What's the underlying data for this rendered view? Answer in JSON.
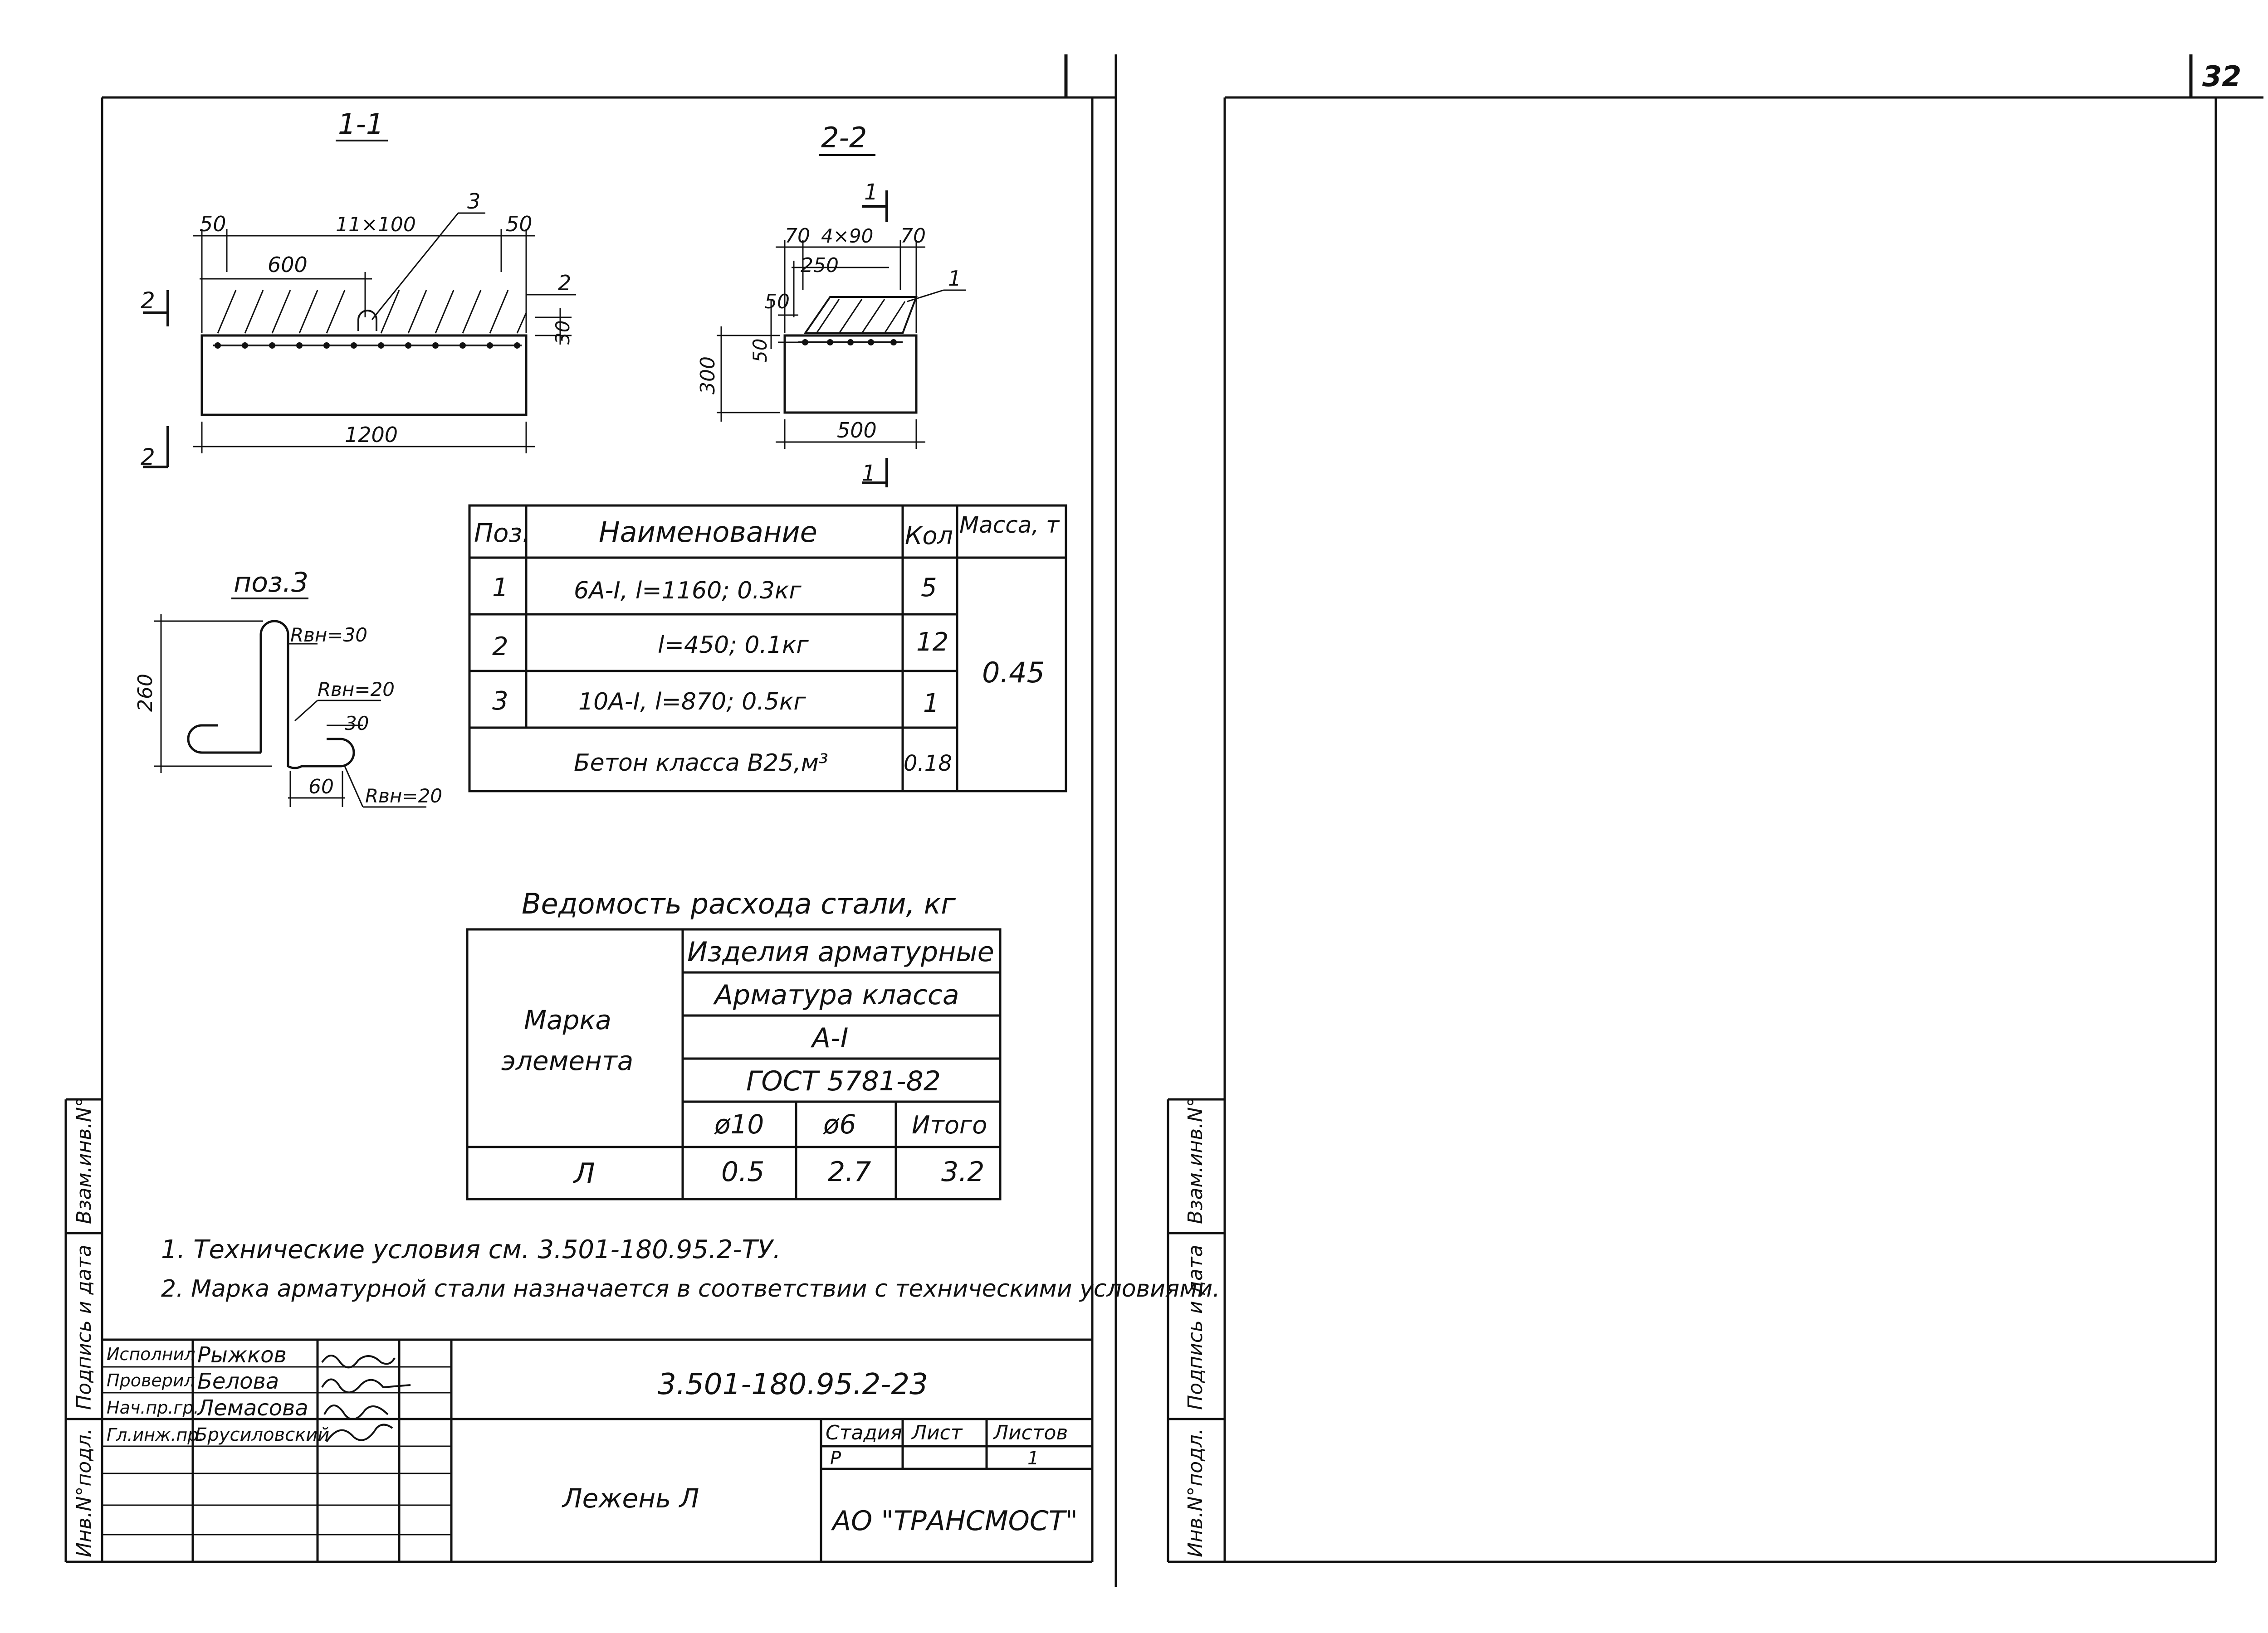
{
  "page_number": "32",
  "drawing": {
    "section_1_1": {
      "title": "1-1",
      "dim_left": "50",
      "dim_spacing": "11×100",
      "dim_right": "50",
      "dim_600": "600",
      "dim_1200": "1200",
      "dim_30": "30",
      "leader_3": "3",
      "cut_mark_top": "2",
      "cut_mark_bottom": "2",
      "cut_mark_right": "2"
    },
    "section_2_2": {
      "title": "2-2",
      "cut_top": "1",
      "cut_bottom": "1",
      "dim_70_left": "70",
      "dim_spacing": "4×90",
      "dim_70_right": "70",
      "dim_250": "250",
      "dim_50_a": "50",
      "dim_50_b": "50",
      "dim_300": "300",
      "dim_500": "500",
      "leader_1": "1"
    },
    "pos3": {
      "title": "поз.3",
      "dim_260": "260",
      "r30": "Rвн=30",
      "r20_a": "Rвн=20",
      "dim_30": "30",
      "dim_60": "60",
      "r20_b": "Rвн=20"
    }
  },
  "spec_table": {
    "headers": {
      "pos": "Поз.",
      "name": "Наименование",
      "qty": "Кол",
      "mass": "Масса, т"
    },
    "rows": [
      {
        "pos": "1",
        "name": "6A-I, l=1160; 0.3кг",
        "qty": "5"
      },
      {
        "pos": "2",
        "name": "l=450; 0.1кг",
        "qty": "12"
      },
      {
        "pos": "3",
        "name": "10A-I, l=870; 0.5кг",
        "qty": "1"
      }
    ],
    "concrete": {
      "name": "Бетон класса B25,м³",
      "qty": "0.18"
    },
    "mass": "0.45"
  },
  "steel_table": {
    "title": "Ведомость расхода стали, кг",
    "mark_header_1": "Марка",
    "mark_header_2": "элемента",
    "h1": "Изделия арматурные",
    "h2": "Арматура класса",
    "h3": "A-I",
    "h4": "ГОСТ 5781-82",
    "col_a": "ø10",
    "col_b": "ø6",
    "col_total": "Итого",
    "row": {
      "mark": "Л",
      "a": "0.5",
      "b": "2.7",
      "total": "3.2"
    }
  },
  "notes": [
    "1. Технические условия см. 3.501-180.95.2-ТУ.",
    "2. Марка арматурной стали назначается в соответствии с техническими условиями."
  ],
  "title_block": {
    "doc_code": "3.501-180.95.2-23",
    "element_name": "Лежень Л",
    "company": "АО \"ТРАНСМОСТ\"",
    "stage_label": "Стадия",
    "sheet_label": "Лист",
    "sheets_label": "Листов",
    "stage": "Р",
    "sheets": "1",
    "people": [
      {
        "role": "Исполнил",
        "name": "Рыжков"
      },
      {
        "role": "Проверил",
        "name": "Белова"
      },
      {
        "role": "Нач.пр.гр.",
        "name": "Лемасова"
      },
      {
        "role": "Гл.инж.пр.",
        "name": "Брусиловский"
      }
    ]
  },
  "margin_labels": {
    "inv_swap": "Взам.инв.N°",
    "sign_date": "Подпись и дата",
    "inv_orig": "Инв.N°подл."
  }
}
